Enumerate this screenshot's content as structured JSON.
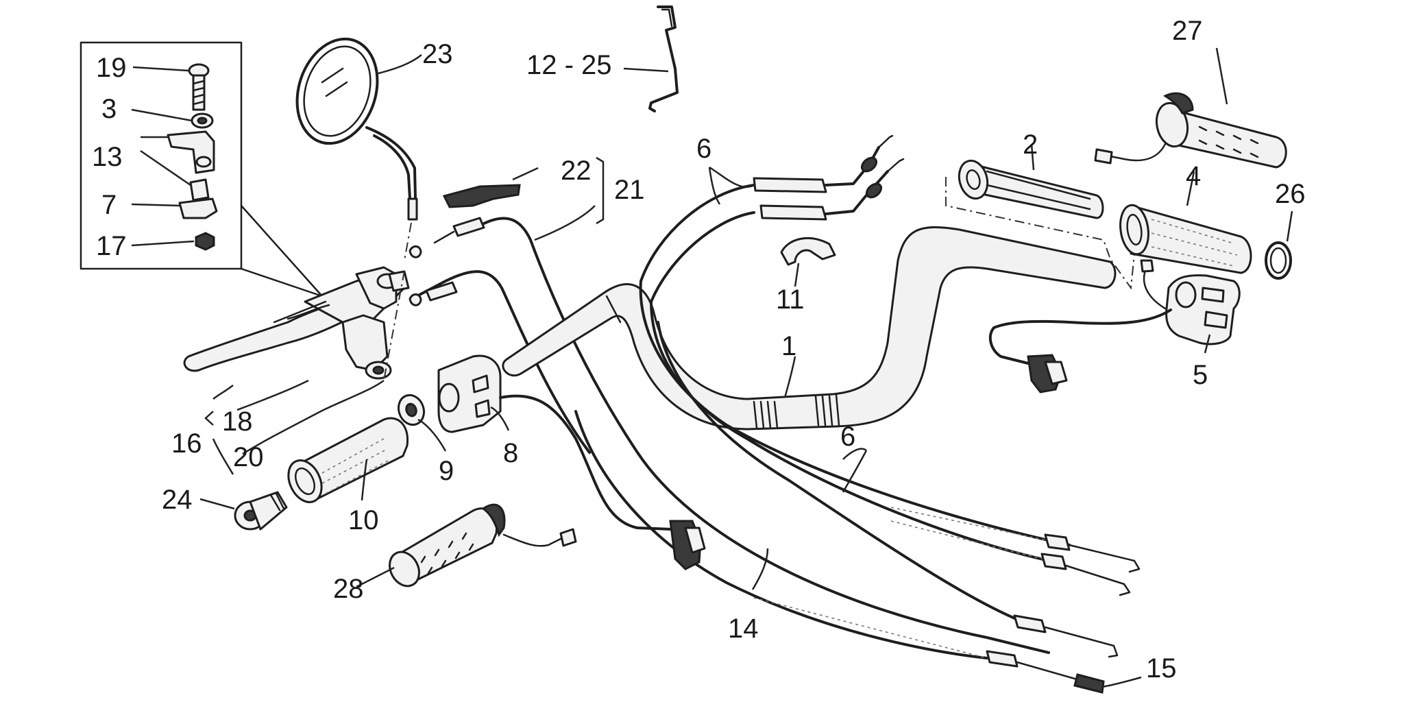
{
  "labels": {
    "n1": "1",
    "n2": "2",
    "n3": "3",
    "n4": "4",
    "n5": "5",
    "n6a": "6",
    "n6b": "6",
    "n7": "7",
    "n8": "8",
    "n9": "9",
    "n10": "10",
    "n11": "11",
    "n12_25": "12 - 25",
    "n13": "13",
    "n14": "14",
    "n15": "15",
    "n16": "16",
    "n17": "17",
    "n18": "18",
    "n19": "19",
    "n20": "20",
    "n21": "21",
    "n22": "22",
    "n23": "23",
    "n24": "24",
    "n26": "26",
    "n27": "27",
    "n28": "28"
  }
}
